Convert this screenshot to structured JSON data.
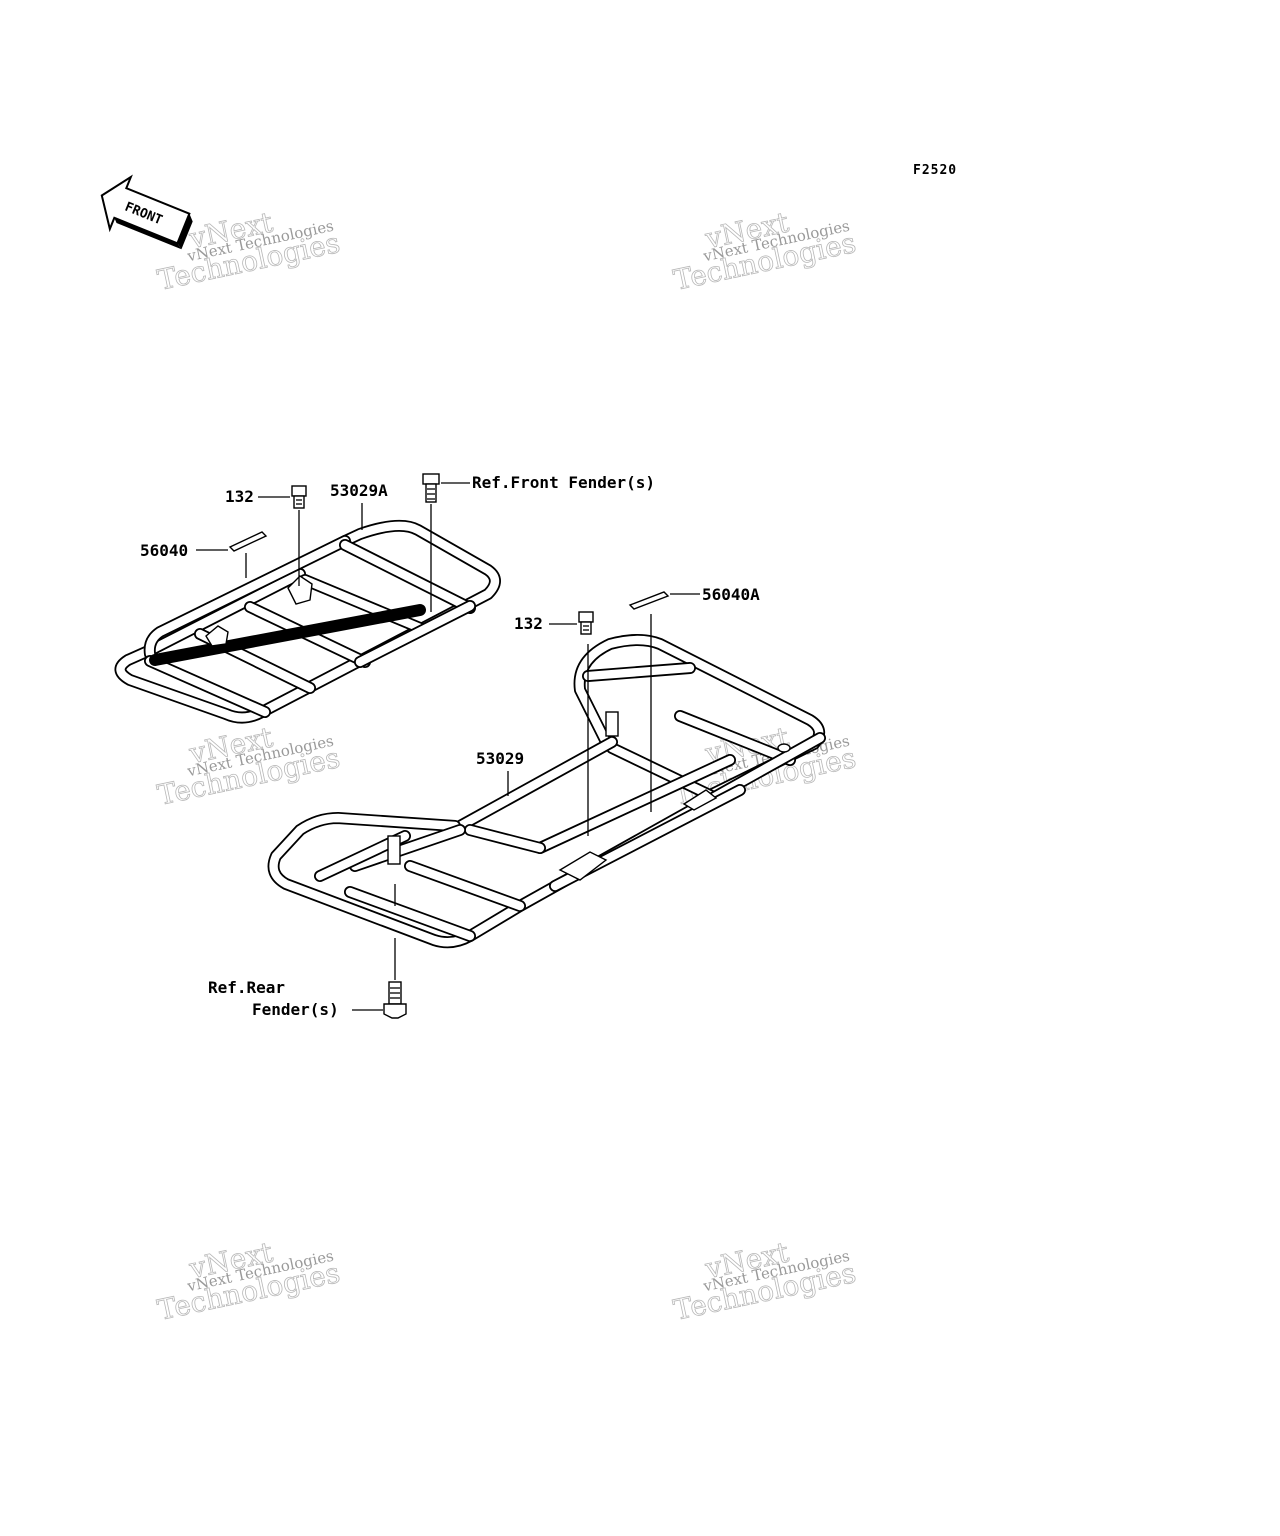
{
  "figure_code": "F2520",
  "front_marker": "FRONT",
  "watermark": {
    "line1": "vNext",
    "line2": "vNext Technologies",
    "line3": "Technologies"
  },
  "callouts": {
    "bolt_front_rack": "132",
    "front_rack": "53029A",
    "front_fender_ref": "Ref.Front Fender(s)",
    "label_front": "56040",
    "bolt_rear_rack": "132",
    "label_rear": "56040A",
    "rear_rack": "53029",
    "rear_fender_ref_line1": "Ref.Rear",
    "rear_fender_ref_line2": "Fender(s)"
  }
}
